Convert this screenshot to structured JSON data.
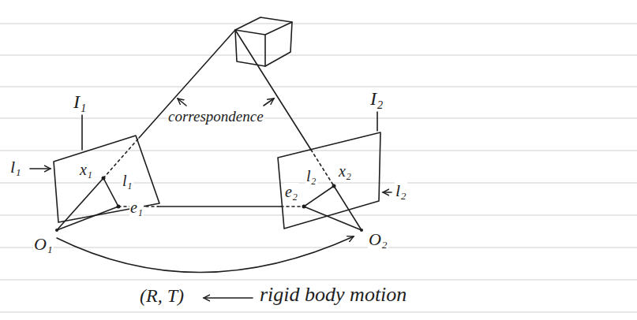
{
  "diagram": {
    "labels": [
      "I₁",
      "correspondence",
      "I₂",
      "l₁",
      "x₁",
      "l₁",
      "e₁",
      "e₂",
      "l₂",
      "x₂",
      "l₂",
      "O₁",
      "O₂",
      "(R, T)",
      "rigid body motion"
    ]
  }
}
